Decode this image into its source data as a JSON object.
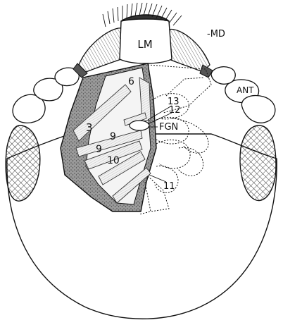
{
  "labels": {
    "labrum": "LM",
    "mandible": "-MD",
    "antenna": "ANT",
    "frontal_ganglion": "FGN",
    "muscles": [
      "3",
      "6",
      "9",
      "9",
      "10",
      "11",
      "12",
      "13"
    ]
  },
  "colors": {
    "ink": "#111111",
    "background": "#ffffff",
    "shade": "#8a8a8a"
  }
}
